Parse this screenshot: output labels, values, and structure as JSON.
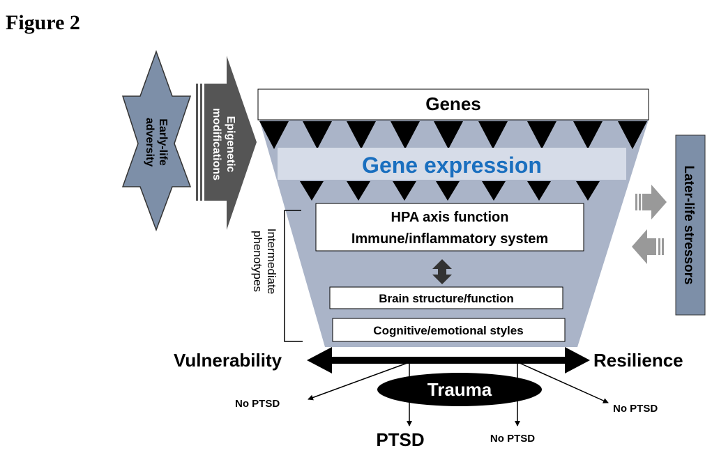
{
  "figure_label": "Figure 2",
  "early_life": {
    "line1": "Early-life",
    "line2": "adversity"
  },
  "epigenetic": {
    "line1": "Epigenetic",
    "line2": "modifications"
  },
  "genes": "Genes",
  "gene_expression": "Gene expression",
  "hpa": {
    "line1": "HPA axis function",
    "line2": "Immune/inflammatory system"
  },
  "brain": "Brain structure/function",
  "cognitive": "Cognitive/emotional styles",
  "intermediate": {
    "line1": "Intermediate",
    "line2": "phenotypes"
  },
  "later_life": "Later-life stressors",
  "vulnerability": "Vulnerability",
  "resilience": "Resilience",
  "trauma": "Trauma",
  "outcomes": {
    "ptsd": "PTSD",
    "no_ptsd_left": "No PTSD",
    "no_ptsd_center": "No PTSD",
    "no_ptsd_right": "No PTSD"
  },
  "colors": {
    "funnel": "#aab4c8",
    "band": "#d6dce8",
    "star": "#7d8fa8",
    "epi_arrow": "#555555",
    "later_box": "#7d8fa8",
    "gene_expression_text": "#1a6fbf"
  }
}
